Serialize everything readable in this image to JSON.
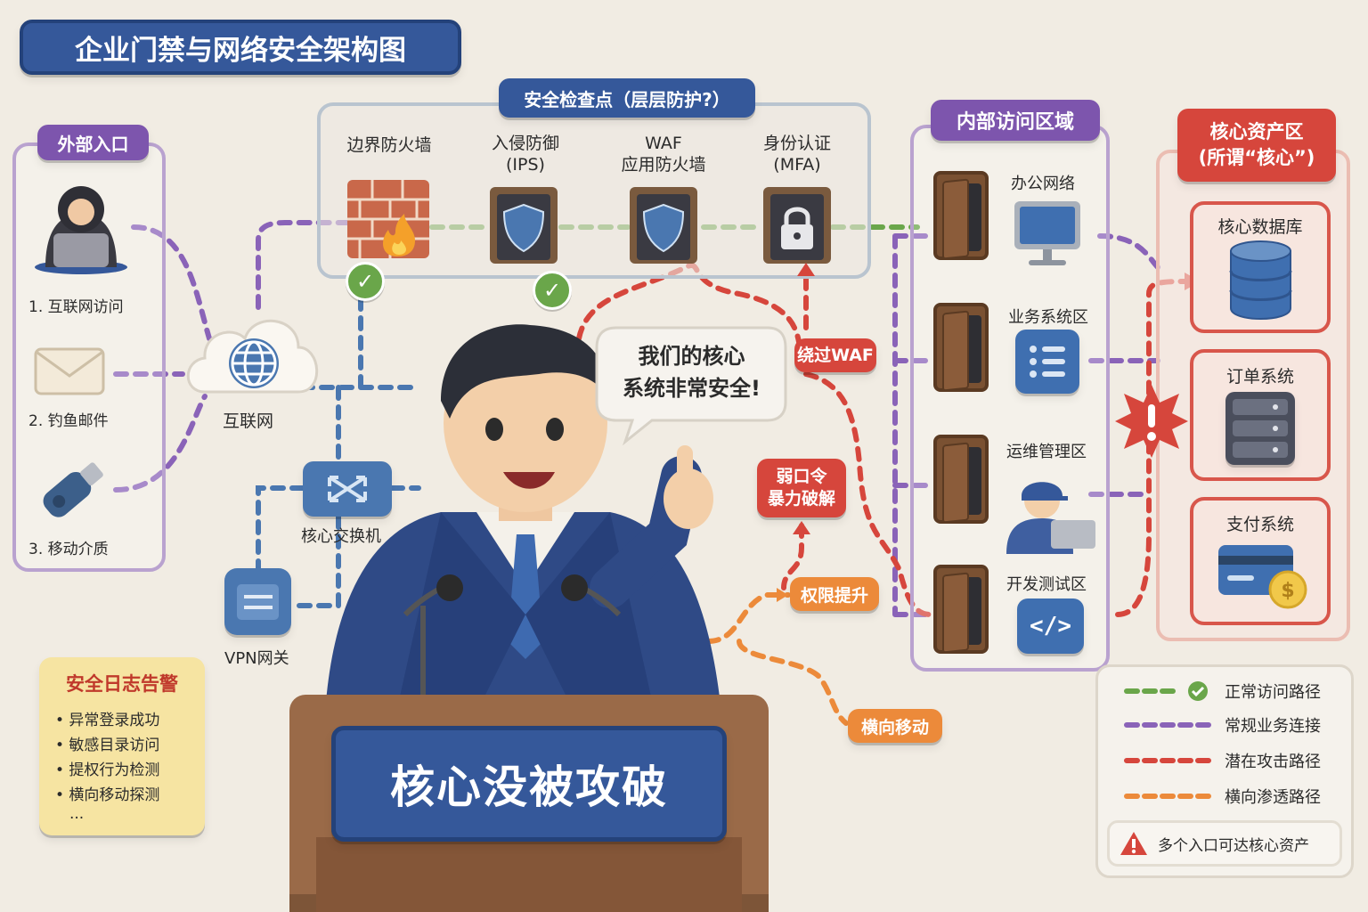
{
  "title": "企业门禁与网络安全架构图",
  "external": {
    "header": "外部入口",
    "items": [
      "1. 互联网访问",
      "2. 钓鱼邮件",
      "3. 移动介质"
    ]
  },
  "internet_label": "互联网",
  "checkpoint": {
    "header": "安全检查点（层层防护?）",
    "items": [
      "边界防火墙",
      "入侵防御\n(IPS)",
      "WAF\n应用防火墙",
      "身份认证\n(MFA)"
    ]
  },
  "core_switch_label": "核心交换机",
  "vpn_label": "VPN网关",
  "speech": "我们的核心\n系统非常安全!",
  "podium_text": "核心没被攻破",
  "attack_labels": {
    "bypass": "绕过WAF",
    "weak": "弱口令\n暴力破解",
    "priv": "权限提升",
    "lateral": "横向移动"
  },
  "internal": {
    "header": "内部访问区域",
    "items": [
      "办公网络",
      "业务系统区",
      "运维管理区",
      "开发测试区"
    ]
  },
  "core": {
    "header": "核心资产区\n(所谓“核心”)",
    "items": [
      "核心数据库",
      "订单系统",
      "支付系统"
    ]
  },
  "log": {
    "title": "安全日志告警",
    "items": [
      "• 异常登录成功",
      "• 敏感目录访问",
      "• 提权行为检测",
      "• 横向移动探测",
      "..."
    ]
  },
  "legend": {
    "items": [
      "正常访问路径",
      "常规业务连接",
      "潜在攻击路径",
      "横向渗透路径"
    ],
    "warning": "多个入口可达核心资产"
  },
  "colors": {
    "normal": "#6aa64a",
    "business": "#8a63b8",
    "attack": "#d6463c",
    "lateral": "#ec8a3a",
    "navy": "#35589a"
  }
}
